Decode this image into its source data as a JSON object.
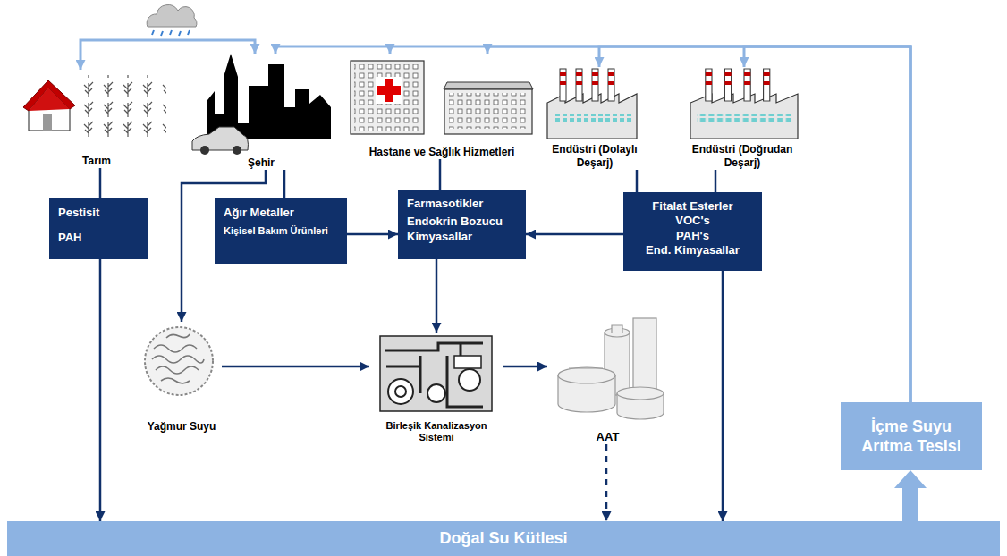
{
  "diagram": {
    "nodes": [
      {
        "text": [
          "Tarım"
        ]
      },
      {
        "text": [
          "Şehir"
        ]
      },
      {
        "text": [
          "Hastane ve Sağlık Hizmetleri"
        ]
      },
      {
        "text": [
          "Endüstri (Dolaylı Deşarj)"
        ]
      },
      {
        "text": [
          "Endüstri (Doğrudan Deşarj)"
        ]
      },
      {
        "text": [
          "Pestisit",
          "PAH"
        ]
      },
      {
        "text": [
          "Ağır Metaller",
          "Kişisel Bakım Ürünleri"
        ]
      },
      {
        "text": [
          "Farmasotikler",
          "Endokrin Bozucu Kimyasallar"
        ]
      },
      {
        "text": [
          "Fitalat Esterler",
          "VOC's",
          "PAH's",
          "End. Kimyasallar"
        ]
      },
      {
        "text": [
          "Yağmur Suyu"
        ]
      },
      {
        "text": [
          "Birleşik Kanalizasyon Sistemi"
        ]
      },
      {
        "text": [
          "AAT"
        ]
      },
      {
        "text": [
          "İçme Suyu Arıtma Tesisi"
        ]
      },
      {
        "text": [
          "Doğal Su Kütlesi"
        ]
      }
    ],
    "edges": [
      {
        "from": 0,
        "to": 5,
        "arrow": "none"
      },
      {
        "from": 1,
        "to": 6,
        "arrow": "none"
      },
      {
        "from": 1,
        "to": 9,
        "arrow": "to"
      },
      {
        "from": 2,
        "to": 7,
        "arrow": "none"
      },
      {
        "from": 6,
        "to": 7,
        "arrow": "to"
      },
      {
        "from": 3,
        "to": 8,
        "arrow": "none"
      },
      {
        "from": 4,
        "to": 8,
        "arrow": "none"
      },
      {
        "from": 8,
        "to": 7,
        "arrow": "to"
      },
      {
        "from": 5,
        "to": 13,
        "arrow": "to"
      },
      {
        "from": 8,
        "to": 13,
        "arrow": "to"
      },
      {
        "from": 7,
        "to": 10,
        "arrow": "to"
      },
      {
        "from": 9,
        "to": 10,
        "arrow": "to"
      },
      {
        "from": 10,
        "to": 11,
        "arrow": "to"
      },
      {
        "from": 11,
        "to": 13,
        "arrow": "to"
      },
      {
        "from": 13,
        "to": 12,
        "arrow": "to"
      },
      {
        "from": 12,
        "to": 1,
        "arrow": "to"
      },
      {
        "from": 12,
        "to": 2,
        "arrow": "to"
      },
      {
        "from": 12,
        "to": 3,
        "arrow": "to"
      },
      {
        "from": 12,
        "to": 4,
        "arrow": "to"
      }
    ]
  }
}
